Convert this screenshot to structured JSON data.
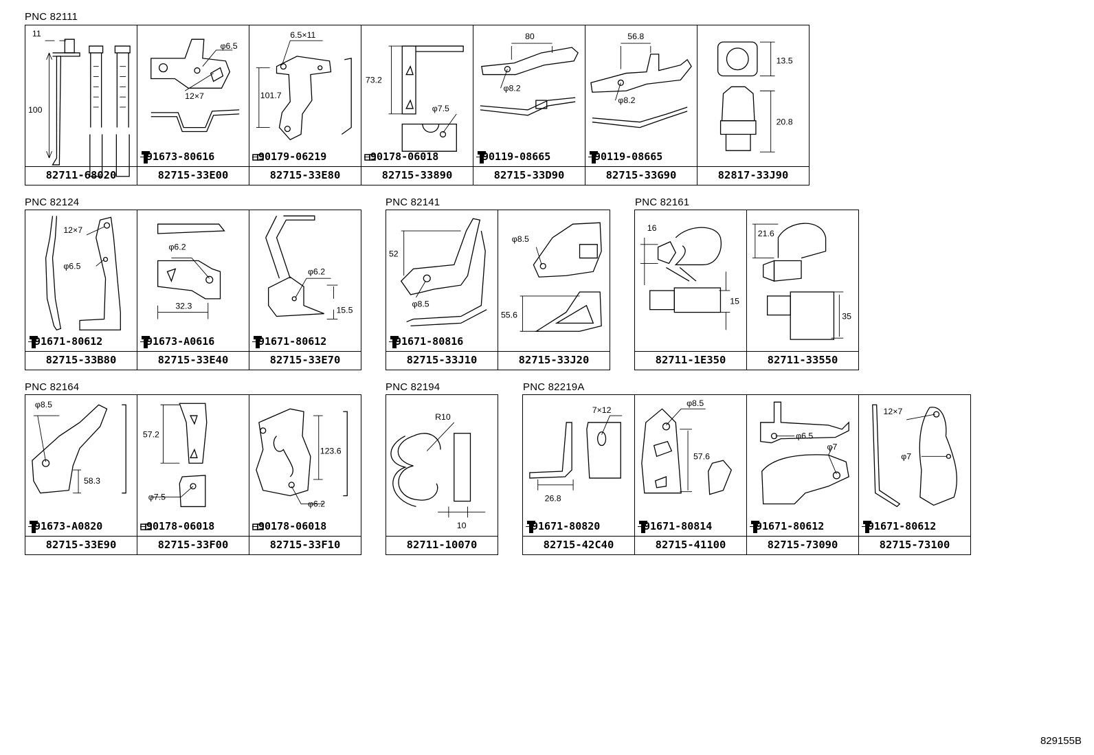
{
  "groups": [
    {
      "label": "PNC 82111"
    },
    {
      "label": "PNC 82124"
    },
    {
      "label": "PNC 82141"
    },
    {
      "label": "PNC 82161"
    },
    {
      "label": "PNC 82164"
    },
    {
      "label": "PNC 82194"
    },
    {
      "label": "PNC 82219A"
    }
  ],
  "cells": [
    {
      "part": "82711-68020",
      "bolt": "",
      "dims": [
        "11",
        "100"
      ]
    },
    {
      "part": "82715-33E00",
      "bolt": "91673-80616",
      "dims": [
        "φ6.5",
        "12×7"
      ]
    },
    {
      "part": "82715-33E80",
      "bolt": "90179-06219",
      "dims": [
        "6.5×11",
        "101.7"
      ]
    },
    {
      "part": "82715-33890",
      "bolt": "90178-06018",
      "dims": [
        "73.2",
        "φ7.5"
      ]
    },
    {
      "part": "82715-33D90",
      "bolt": "90119-08665",
      "dims": [
        "80",
        "φ8.2"
      ]
    },
    {
      "part": "82715-33G90",
      "bolt": "90119-08665",
      "dims": [
        "56.8",
        "φ8.2"
      ]
    },
    {
      "part": "82817-33J90",
      "bolt": "",
      "dims": [
        "13.5",
        "20.8"
      ]
    },
    {
      "part": "82715-33B80",
      "bolt": "91671-80612",
      "dims": [
        "12×7",
        "φ6.5"
      ]
    },
    {
      "part": "82715-33E40",
      "bolt": "91673-A0616",
      "dims": [
        "φ6.2",
        "32.3"
      ]
    },
    {
      "part": "82715-33E70",
      "bolt": "91671-80612",
      "dims": [
        "φ6.2",
        "15.5"
      ]
    },
    {
      "part": "82715-33J10",
      "bolt": "91671-80816",
      "dims": [
        "52",
        "φ8.5"
      ]
    },
    {
      "part": "82715-33J20",
      "bolt": "",
      "dims": [
        "φ8.5",
        "55.6"
      ]
    },
    {
      "part": "82711-1E350",
      "bolt": "",
      "dims": [
        "16",
        "15"
      ]
    },
    {
      "part": "82711-33550",
      "bolt": "",
      "dims": [
        "21.6",
        "35"
      ]
    },
    {
      "part": "82715-33E90",
      "bolt": "91673-A0820",
      "dims": [
        "φ8.5",
        "58.3"
      ]
    },
    {
      "part": "82715-33F00",
      "bolt": "90178-06018",
      "dims": [
        "57.2",
        "φ7.5"
      ]
    },
    {
      "part": "82715-33F10",
      "bolt": "90178-06018",
      "dims": [
        "123.6",
        "φ6.2"
      ]
    },
    {
      "part": "82711-10070",
      "bolt": "",
      "dims": [
        "R10",
        "10"
      ]
    },
    {
      "part": "82715-42C40",
      "bolt": "91671-80820",
      "dims": [
        "7×12",
        "26.8"
      ]
    },
    {
      "part": "82715-41100",
      "bolt": "91671-80814",
      "dims": [
        "φ8.5",
        "57.6"
      ]
    },
    {
      "part": "82715-73090",
      "bolt": "91671-80612",
      "dims": [
        "φ6.5",
        "φ7"
      ]
    },
    {
      "part": "82715-73100",
      "bolt": "91671-80612",
      "dims": [
        "12×7",
        "φ7"
      ]
    }
  ],
  "illustration_code": "829155B"
}
